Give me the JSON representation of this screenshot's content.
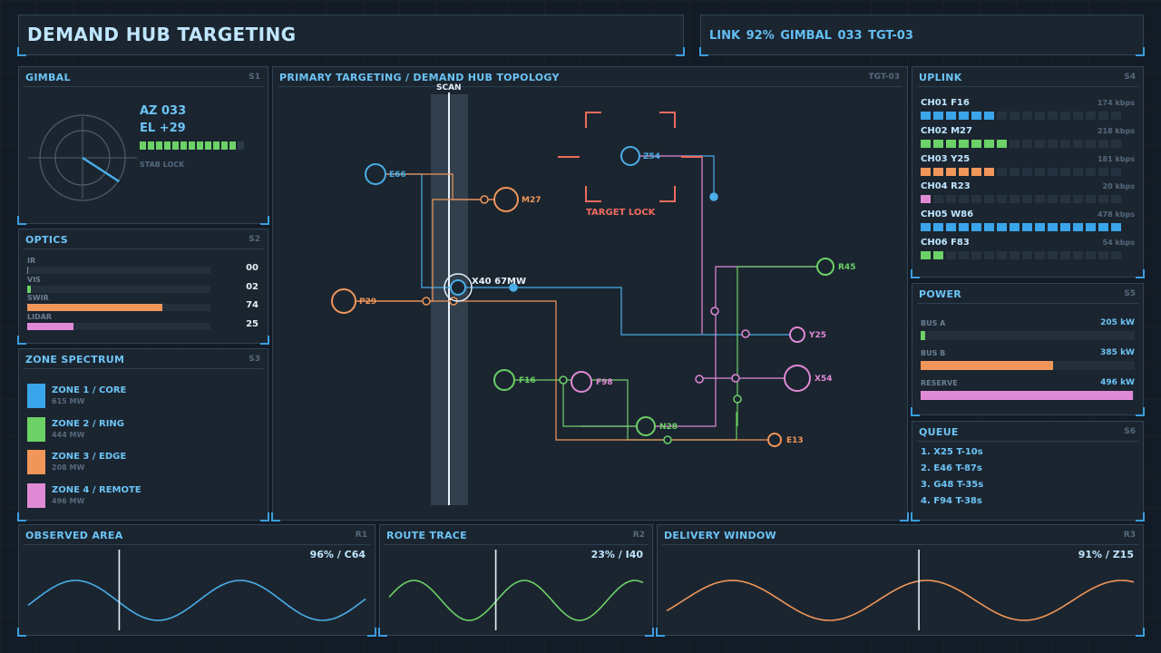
{
  "header": {
    "title": "DEMAND HUB TARGETING",
    "status": "LINK 92%  GIMBAL 033  TGT-03"
  },
  "gimbal": {
    "title": "GIMBAL",
    "code": "S1",
    "az": "AZ 033",
    "el": "EL +29",
    "stab_label": "STAB LOCK",
    "stab_level": 0.92,
    "heading_deg": 123
  },
  "optics": {
    "title": "OPTICS",
    "code": "S2",
    "channels": [
      {
        "label": "IR",
        "value": "00",
        "fraction": 0.0,
        "color": "#4aaee8"
      },
      {
        "label": "VIS",
        "value": "02",
        "fraction": 0.02,
        "color": "#6cd166"
      },
      {
        "label": "SWIR",
        "value": "74",
        "fraction": 0.74,
        "color": "#f0965a"
      },
      {
        "label": "LIDAR",
        "value": "25",
        "fraction": 0.25,
        "color": "#e08ad6"
      }
    ]
  },
  "zones": {
    "title": "ZONE SPECTRUM",
    "code": "S3",
    "items": [
      {
        "name": "ZONE 1 / CORE",
        "value": "615 MW",
        "color": "#3aa5ea"
      },
      {
        "name": "ZONE 2 / RING",
        "value": "444 MW",
        "color": "#6cd166"
      },
      {
        "name": "ZONE 3 / EDGE",
        "value": "208 MW",
        "color": "#f0965a"
      },
      {
        "name": "ZONE 4 / REMOTE",
        "value": "496 MW",
        "color": "#e08ad6"
      }
    ]
  },
  "main": {
    "title": "PRIMARY TARGETING / DEMAND HUB TOPOLOGY",
    "code": "TGT-03",
    "scan_label": "SCAN",
    "target_lock_label": "TARGET LOCK",
    "hub_label": "X40 67MW",
    "nodes": [
      {
        "id": "E66",
        "label": "E66",
        "color": "#4aaee8"
      },
      {
        "id": "M27",
        "label": "M27",
        "color": "#f0965a"
      },
      {
        "id": "Z54",
        "label": "Z54",
        "color": "#4aaee8"
      },
      {
        "id": "R45",
        "label": "R45",
        "color": "#6cd166"
      },
      {
        "id": "P29",
        "label": "P29",
        "color": "#f0965a"
      },
      {
        "id": "Y25",
        "label": "Y25",
        "color": "#e08ad6"
      },
      {
        "id": "X54",
        "label": "X54",
        "color": "#e08ad6"
      },
      {
        "id": "F16",
        "label": "F16",
        "color": "#6cd166"
      },
      {
        "id": "F98",
        "label": "F98",
        "color": "#e08ad6"
      },
      {
        "id": "N28",
        "label": "N28",
        "color": "#6cd166"
      },
      {
        "id": "E13",
        "label": "E13",
        "color": "#f0965a"
      }
    ]
  },
  "uplink": {
    "title": "UPLINK",
    "code": "S4",
    "channels": [
      {
        "name": "CH01 F16",
        "rate": "174 kbps",
        "level": 6,
        "color": "#3aa5ea"
      },
      {
        "name": "CH02 M27",
        "rate": "218 kbps",
        "level": 7,
        "color": "#6cd166"
      },
      {
        "name": "CH03 Y25",
        "rate": "181 kbps",
        "level": 6,
        "color": "#f0965a"
      },
      {
        "name": "CH04 R23",
        "rate": "20 kbps",
        "level": 1,
        "color": "#e08ad6"
      },
      {
        "name": "CH05 W86",
        "rate": "478 kbps",
        "level": 16,
        "color": "#3aa5ea"
      },
      {
        "name": "CH06 F83",
        "rate": "54 kbps",
        "level": 2,
        "color": "#6cd166"
      }
    ],
    "total_segments": 16
  },
  "power": {
    "title": "POWER",
    "code": "S5",
    "buses": [
      {
        "name": "BUS A",
        "value": "205 kW",
        "fraction": 0.02,
        "color": "#6cd166"
      },
      {
        "name": "BUS B",
        "value": "385 kW",
        "fraction": 0.62,
        "color": "#f0965a"
      },
      {
        "name": "RESERVE",
        "value": "496 kW",
        "fraction": 0.99,
        "color": "#e08ad6"
      }
    ]
  },
  "queue": {
    "title": "QUEUE",
    "code": "S6",
    "items": [
      "1. X25  T-10s",
      "2. E46  T-87s",
      "3. G48  T-35s",
      "4. F94  T-38s"
    ]
  },
  "bottom": [
    {
      "title": "OBSERVED AREA",
      "code": "R1",
      "value": "96% / C64",
      "color": "#4aaee8",
      "marker": 0.27
    },
    {
      "title": "ROUTE TRACE",
      "code": "R2",
      "value": "23% / I40",
      "color": "#6cd166",
      "marker": 0.42
    },
    {
      "title": "DELIVERY WINDOW",
      "code": "R3",
      "value": "91% / Z15",
      "color": "#f0965a",
      "marker": 0.54
    }
  ]
}
